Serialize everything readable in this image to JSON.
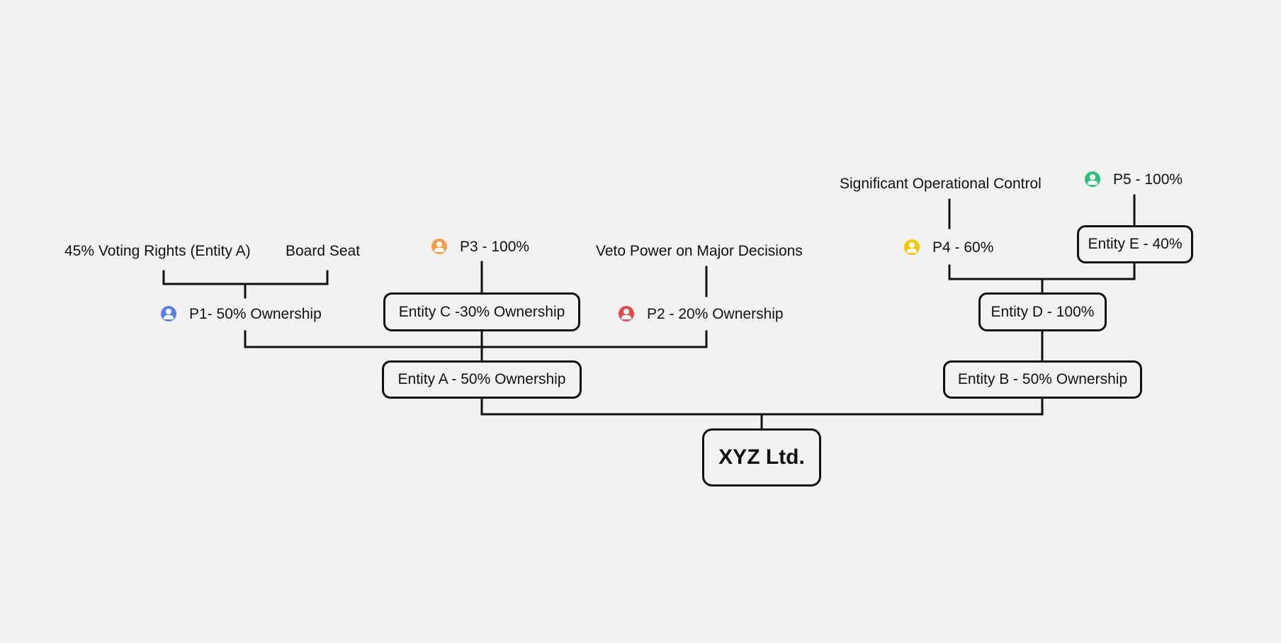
{
  "root": {
    "label": "XYZ Ltd."
  },
  "entities": {
    "a": {
      "label": "Entity A - 50% Ownership"
    },
    "b": {
      "label": "Entity B - 50% Ownership"
    },
    "c": {
      "label": "Entity C -30% Ownership"
    },
    "d": {
      "label": "Entity D - 100%"
    },
    "e": {
      "label": "Entity E - 40%"
    }
  },
  "people": {
    "p1": {
      "label": "P1- 50% Ownership",
      "color": "#5b7de8",
      "icon": "user-icon"
    },
    "p2": {
      "label": "P2  - 20% Ownership",
      "color": "#e84a4a",
      "icon": "user-icon"
    },
    "p3": {
      "label": "P3 - 100%",
      "color": "#f0a040",
      "icon": "user-icon"
    },
    "p4": {
      "label": "P4 - 60%",
      "color": "#f2c800",
      "icon": "user-icon"
    },
    "p5": {
      "label": "P5 - 100%",
      "color": "#2fbf7f",
      "icon": "user-icon"
    }
  },
  "rights": {
    "p1_voting": "45% Voting Rights (Entity A)",
    "p1_board": "Board Seat",
    "p2_veto": "Veto Power on Major Decisions",
    "p4_control": "Significant Operational Control"
  }
}
